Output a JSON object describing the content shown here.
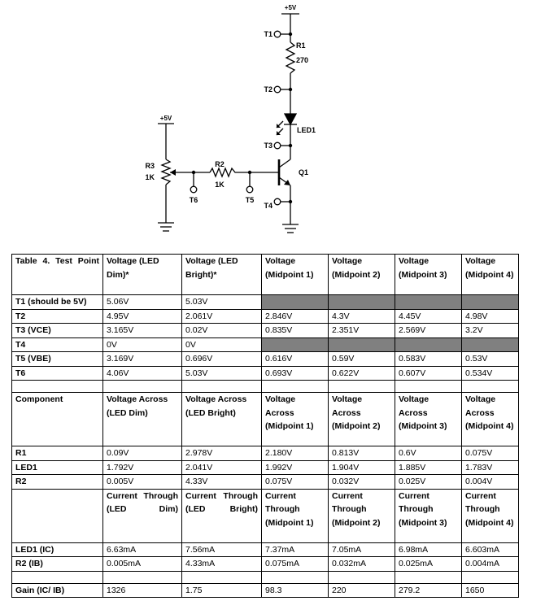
{
  "schematic": {
    "labels": {
      "vcc_top": "+5V",
      "vcc_left": "+5V",
      "t1": "T1",
      "t2": "T2",
      "t3": "T3",
      "t4": "T4",
      "t5": "T5",
      "t6": "T6",
      "r1_name": "R1",
      "r1_value": "270",
      "r2_name": "R2",
      "r2_value": "1K",
      "r3_name": "R3",
      "r3_value": "1K",
      "led_name": "LED1",
      "q_name": "Q1"
    }
  },
  "table": {
    "headers": {
      "point": "Table 4. Test Point",
      "dim": "Voltage (LED Dim)*",
      "bright": "Voltage (LED Bright)*",
      "mid1": "Voltage (Midpoint 1)",
      "mid2": "Voltage (Midpoint 2)",
      "mid3": "Voltage (Midpoint 3)",
      "mid4": "Voltage (Midpoint 4)"
    },
    "voltage_rows": [
      {
        "label": "T1 (should be 5V)",
        "dim": "5.06V",
        "bright": "5.03V",
        "m1": "",
        "m2": "",
        "m3": "",
        "m4": ""
      },
      {
        "label": "T2",
        "dim": "4.95V",
        "bright": "2.061V",
        "m1": "2.846V",
        "m2": "4.3V",
        "m3": "4.45V",
        "m4": "4.98V"
      },
      {
        "label": "T3 (VCE)",
        "dim": "3.165V",
        "bright": "0.02V",
        "m1": "0.835V",
        "m2": "2.351V",
        "m3": "2.569V",
        "m4": "3.2V"
      },
      {
        "label": "T4",
        "dim": "0V",
        "bright": "0V",
        "m1": "",
        "m2": "",
        "m3": "",
        "m4": ""
      },
      {
        "label": "T5 (VBE)",
        "dim": "3.169V",
        "bright": "0.696V",
        "m1": "0.616V",
        "m2": "0.59V",
        "m3": "0.583V",
        "m4": "0.53V"
      },
      {
        "label": "T6",
        "dim": "4.06V",
        "bright": "5.03V",
        "m1": "0.693V",
        "m2": "0.622V",
        "m3": "0.607V",
        "m4": "0.534V"
      }
    ],
    "component_header": {
      "label": "Component",
      "dim": "Voltage Across (LED Dim)",
      "bright": "Voltage Across (LED Bright)",
      "m1": "Voltage Across (Midpoint 1)",
      "m2": "Voltage Across (Midpoint 2)",
      "m3": "Voltage Across (Midpoint 3)",
      "m4": "Voltage Across (Midpoint 4)"
    },
    "component_rows": [
      {
        "label": "R1",
        "dim": "0.09V",
        "bright": "2.978V",
        "m1": "2.180V",
        "m2": "0.813V",
        "m3": "0.6V",
        "m4": "0.075V"
      },
      {
        "label": "LED1",
        "dim": "1.792V",
        "bright": "2.041V",
        "m1": "1.992V",
        "m2": "1.904V",
        "m3": "1.885V",
        "m4": "1.783V"
      },
      {
        "label": "R2",
        "dim": "0.005V",
        "bright": "4.33V",
        "m1": "0.075V",
        "m2": "0.032V",
        "m3": "0.025V",
        "m4": "0.004V"
      }
    ],
    "current_header": {
      "label": "",
      "dim": "Current Through (LED Dim)",
      "bright": "Current Through (LED Bright)",
      "m1": "Current Through (Midpoint 1)",
      "m2": "Current Through (Midpoint 2)",
      "m3": "Current Through (Midpoint 3)",
      "m4": "Current Through (Midpoint 4)"
    },
    "current_rows": [
      {
        "label": "LED1 (IC)",
        "dim": "6.63mA",
        "bright": "7.56mA",
        "m1": "7.37mA",
        "m2": "7.05mA",
        "m3": "6.98mA",
        "m4": "6.603mA"
      },
      {
        "label": "R2 (IB)",
        "dim": "0.005mA",
        "bright": "4.33mA",
        "m1": "0.075mA",
        "m2": "0.032mA",
        "m3": "0.025mA",
        "m4": "0.004mA"
      }
    ],
    "gain_row": {
      "label": "Gain (IC/ IB)",
      "dim": "1326",
      "bright": "1.75",
      "m1": "98.3",
      "m2": "220",
      "m3": "279.2",
      "m4": "1650"
    }
  }
}
